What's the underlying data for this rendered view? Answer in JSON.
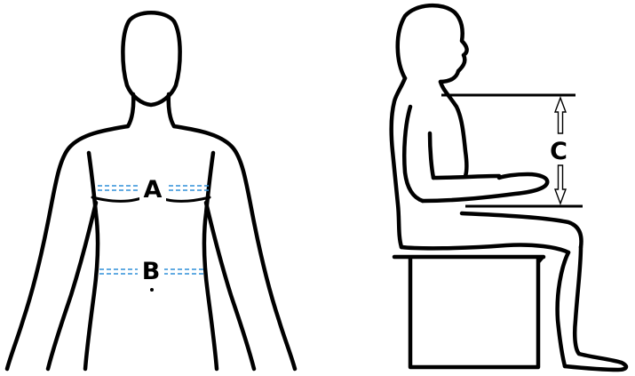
{
  "measurements": {
    "chest": {
      "label": "A"
    },
    "waist": {
      "label": "B"
    },
    "elbow_height": {
      "label": "C"
    }
  },
  "colors": {
    "background": "#ffffff",
    "outline": "#000000",
    "measure_line": "#2f8fd8",
    "label": "#000000"
  },
  "icons": {
    "front_view": "front-body-outline",
    "side_view": "seated-body-outline"
  }
}
